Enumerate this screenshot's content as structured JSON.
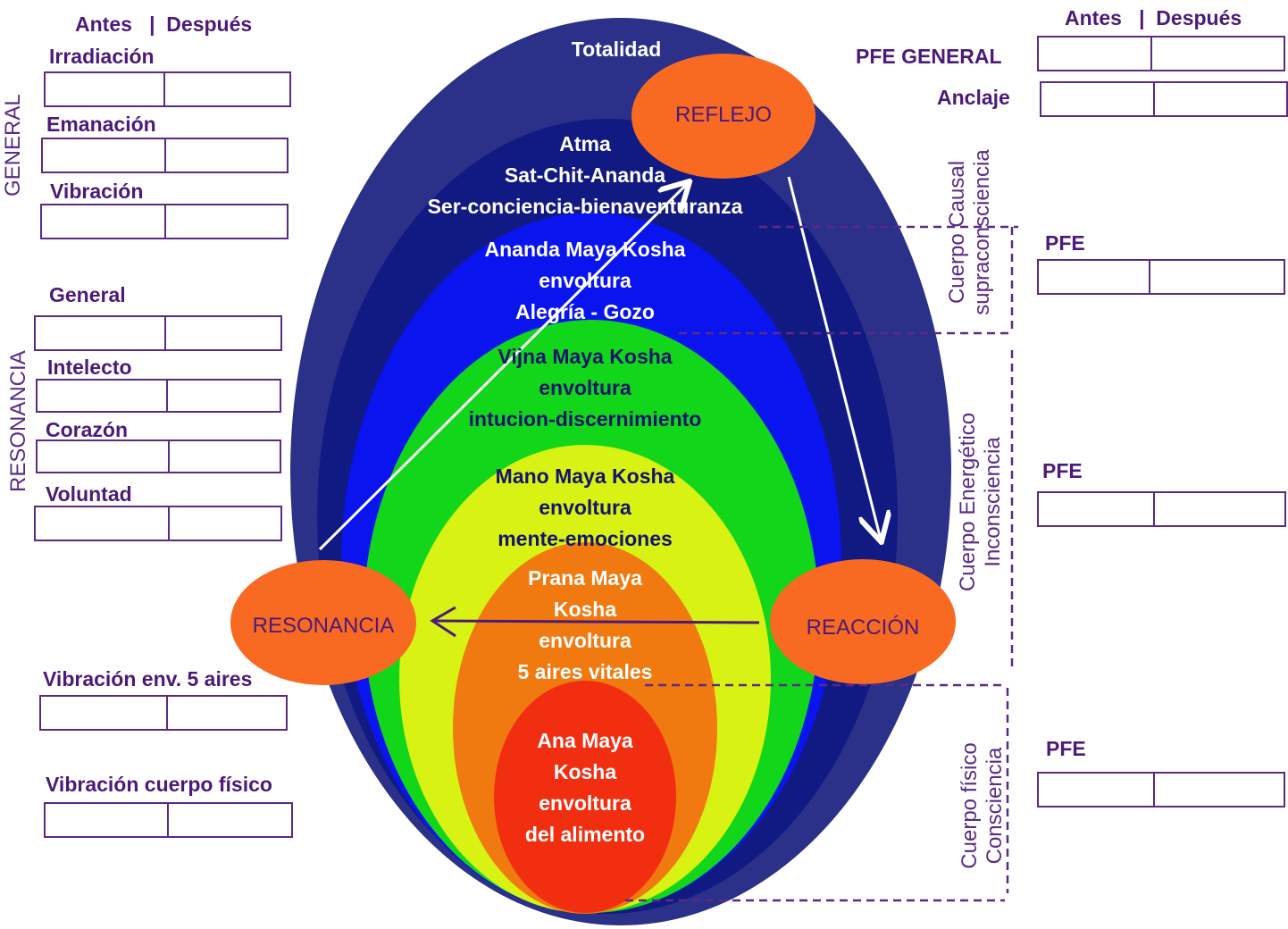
{
  "left": {
    "header": {
      "antes": "Antes",
      "sep": "|",
      "despues": "Después"
    },
    "general_group": "GENERAL",
    "resonancia_group": "RESONANCIA",
    "items": {
      "irradiacion": "Irradiación",
      "emanacion": "Emanación",
      "vibracion": "Vibración",
      "general": "General",
      "intelecto": "Intelecto",
      "corazon": "Corazón",
      "voluntad": "Voluntad",
      "vib_5_aires": "Vibración env. 5 aires",
      "vib_cuerpo_fisico": "Vibración cuerpo físico"
    }
  },
  "right": {
    "header": {
      "antes": "Antes",
      "sep": "|",
      "despues": "Después"
    },
    "pfe_general": "PFE GENERAL",
    "anclaje": "Anclaje",
    "pfe": "PFE",
    "causal": {
      "line1": "Cuerpo Causal",
      "line2": "supraconsciencia"
    },
    "energetico": {
      "line1": "Cuerpo Energético",
      "line2": "Inconsciencia"
    },
    "fisico": {
      "line1": "Cuerpo físico",
      "line2": "Consciencia"
    }
  },
  "diagram": {
    "totalidad": "Totalidad",
    "atma": [
      "Atma",
      "Sat-Chit-Ananda",
      "Ser-conciencia-bienaventuranza"
    ],
    "ananda": [
      "Ananda Maya Kosha",
      "envoltura",
      "Alegría - Gozo"
    ],
    "vijna": [
      "Vijna Maya Kosha",
      "envoltura",
      "intucion-discernimiento"
    ],
    "mano": [
      "Mano Maya Kosha",
      "envoltura",
      "mente-emociones"
    ],
    "prana": [
      "Prana Maya",
      "Kosha",
      "envoltura",
      "5 aires vitales"
    ],
    "ana": [
      "Ana Maya",
      "Kosha",
      "envoltura",
      "del alimento"
    ],
    "reflejo": "REFLEJO",
    "reaccion": "REACCIÓN",
    "resonancia": "RESONANCIA",
    "colors": {
      "outer": "#2b3088",
      "navy": "#111a82",
      "blue": "#0a14ee",
      "green": "#12d61a",
      "yellow": "#d8f214",
      "orange": "#f07a10",
      "red": "#f22e10",
      "node": "#f86a22",
      "purple": "#5a2a86"
    }
  }
}
